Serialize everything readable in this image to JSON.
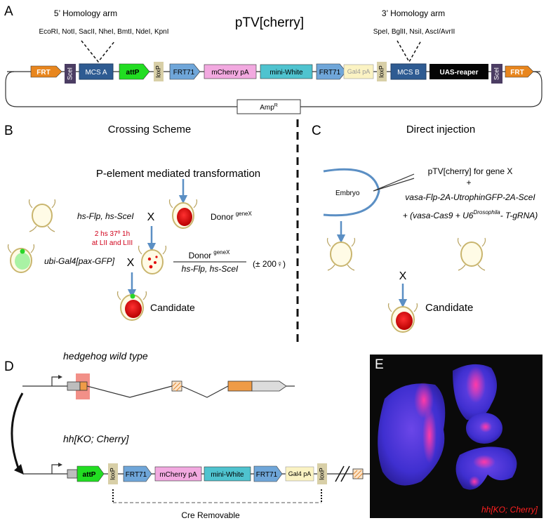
{
  "panels": {
    "a": "A",
    "b": "B",
    "c": "C",
    "d": "D",
    "e": "E"
  },
  "panel_a": {
    "title": "pTV[cherry]",
    "left_arm_label": "5’ Homology arm",
    "left_sites": "EcoRI, NotI, SacII, NheI, BmtI, NdeI, KpnI",
    "right_arm_label": "3’ Homology arm",
    "right_sites": "SpeI, BglII, NsiI, AscI/AvrII",
    "backbone": {
      "main": "Amp",
      "superscript": "R"
    },
    "elements": {
      "frt": "FRT",
      "scei": "SceI",
      "mcs_a": "MCS A",
      "attp": "attP",
      "loxp": "loxP",
      "frt71": "FRT71",
      "mcherry_pa": "mCherry pA",
      "mini_white": "mini-White",
      "gal4_pa": "Gal4 pA",
      "mcs_b": "MCS B",
      "uas_reaper": "UAS-reaper"
    }
  },
  "panel_b": {
    "title": "Crossing Scheme",
    "subtitle": "P-element mediated transformation",
    "parent_genotype_1": "hs-Flp",
    "parent_genotype_2": ", hs-SceI",
    "cross": "X",
    "donor": "Donor",
    "donor_sup": "geneX",
    "heat_shock_1": "2 hs 37º 1h",
    "heat_shock_2": "at LII and LIII",
    "driver": "ubi-Gal4[pax-GFP]",
    "fraction_top": "Donor",
    "fraction_top_sup": "geneX",
    "fraction_bottom": "hs-Flp, hs-SceI",
    "count": "(± 200♀)",
    "candidate": "Candidate"
  },
  "panel_c": {
    "title": "Direct injection",
    "embryo": "Embryo",
    "plasmid": "pTV[cherry] for gene X",
    "plus": "+",
    "line1": "vasa-Flp-2A-UtrophinGFP-2A-SceI",
    "line2_a": "+ (vasa-Cas9 + U6",
    "line2_sup": "Drosophila",
    "line2_b": "- T-gRNA)",
    "cross": "X",
    "candidate": "Candidate"
  },
  "panel_d": {
    "wild_type": "hedgehog wild type",
    "ko": "hh[KO; Cherry]",
    "elements": {
      "attp": "attP",
      "loxp": "loxP",
      "frt71": "FRT71",
      "mcherry_pa": "mCherry pA",
      "mini_white": "mini-White",
      "gal4_pa": "Gal4 pA"
    },
    "cre": "Cre Removable"
  },
  "panel_e": {
    "label": "hh[KO; Cherry]"
  },
  "colors": {
    "frt": "#e8861e",
    "scei": "#4b3d63",
    "mcs": "#2e5b92",
    "attp": "#22dd22",
    "loxp": "#d8cfa7",
    "frt71": "#6fa6d9",
    "mcherry": "#f2a9e0",
    "mini_white": "#4fc3cf",
    "gal4": "#fbf3c3",
    "uas": "#050505",
    "arrow": "#5b8fc4",
    "accent_red": "#d0021b",
    "exon_orange": "#ef9b47",
    "exon_grey": "#dcdcdc",
    "highlight": "#f07d73",
    "eye_red": "#e20b0b",
    "eye_green": "#a9f2a4",
    "image_bg": "#0a0a0a",
    "tissue_blue": "#4a3bd9",
    "tissue_magenta": "#f02a9b"
  },
  "icons": [
    "fly-head-icon",
    "embryo-icon",
    "needle-icon",
    "promoter-arrow-icon",
    "curved-arrow-icon"
  ]
}
